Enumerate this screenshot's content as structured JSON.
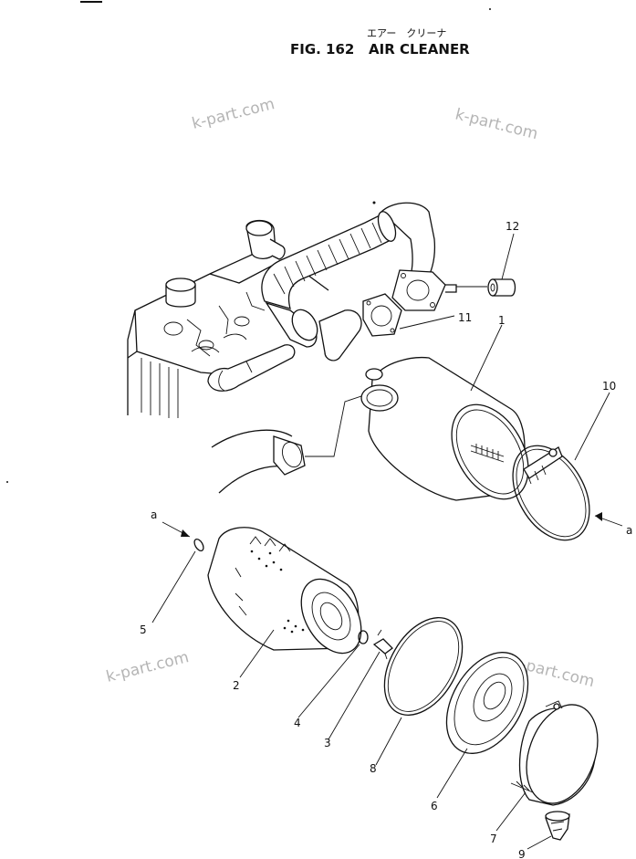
{
  "figure": {
    "number": "FIG. 162",
    "title": "AIR CLEANER",
    "title_jp": "エアー　クリーナ"
  },
  "watermark": "k-part.com",
  "callouts": [
    "1",
    "2",
    "3",
    "4",
    "5",
    "6",
    "7",
    "8",
    "9",
    "10",
    "11",
    "12"
  ],
  "arrow_label": "a"
}
